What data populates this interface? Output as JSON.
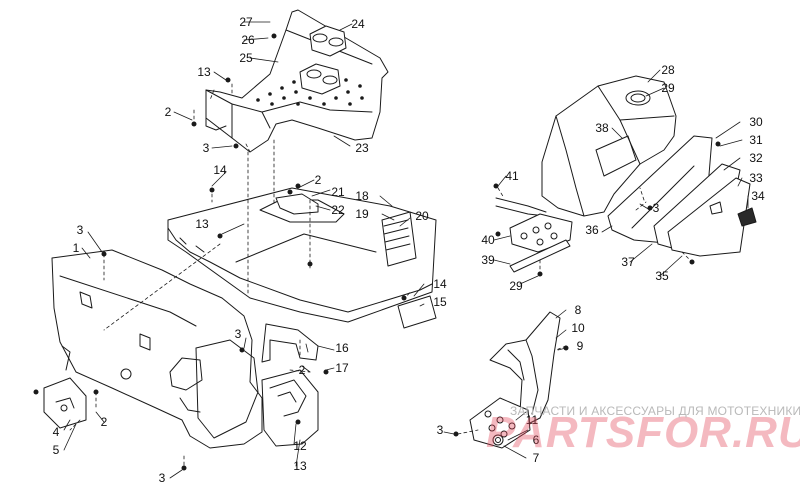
{
  "diagram": {
    "callouts": [
      {
        "id": "c1",
        "label": "1"
      },
      {
        "id": "c2a",
        "label": "2"
      },
      {
        "id": "c2b",
        "label": "2"
      },
      {
        "id": "c2c",
        "label": "2"
      },
      {
        "id": "c2d",
        "label": "2"
      },
      {
        "id": "c3a",
        "label": "3"
      },
      {
        "id": "c3b",
        "label": "3"
      },
      {
        "id": "c3c",
        "label": "3"
      },
      {
        "id": "c3d",
        "label": "3"
      },
      {
        "id": "c3e",
        "label": "3"
      },
      {
        "id": "c3f",
        "label": "3"
      },
      {
        "id": "c4",
        "label": "4"
      },
      {
        "id": "c5",
        "label": "5"
      },
      {
        "id": "c6",
        "label": "6"
      },
      {
        "id": "c7",
        "label": "7"
      },
      {
        "id": "c8",
        "label": "8"
      },
      {
        "id": "c9",
        "label": "9"
      },
      {
        "id": "c10",
        "label": "10"
      },
      {
        "id": "c11",
        "label": "11"
      },
      {
        "id": "c12",
        "label": "12"
      },
      {
        "id": "c13a",
        "label": "13"
      },
      {
        "id": "c13b",
        "label": "13"
      },
      {
        "id": "c13c",
        "label": "13"
      },
      {
        "id": "c14a",
        "label": "14"
      },
      {
        "id": "c14b",
        "label": "14"
      },
      {
        "id": "c15",
        "label": "15"
      },
      {
        "id": "c16",
        "label": "16"
      },
      {
        "id": "c17",
        "label": "17"
      },
      {
        "id": "c18",
        "label": "18"
      },
      {
        "id": "c19",
        "label": "19"
      },
      {
        "id": "c20",
        "label": "20"
      },
      {
        "id": "c21",
        "label": "21"
      },
      {
        "id": "c22",
        "label": "22"
      },
      {
        "id": "c23",
        "label": "23"
      },
      {
        "id": "c24",
        "label": "24"
      },
      {
        "id": "c25",
        "label": "25"
      },
      {
        "id": "c26",
        "label": "26"
      },
      {
        "id": "c27",
        "label": "27"
      },
      {
        "id": "c28",
        "label": "28"
      },
      {
        "id": "c29a",
        "label": "29"
      },
      {
        "id": "c29b",
        "label": "29"
      },
      {
        "id": "c30",
        "label": "30"
      },
      {
        "id": "c31",
        "label": "31"
      },
      {
        "id": "c32",
        "label": "32"
      },
      {
        "id": "c33",
        "label": "33"
      },
      {
        "id": "c34",
        "label": "34"
      },
      {
        "id": "c35",
        "label": "35"
      },
      {
        "id": "c36",
        "label": "36"
      },
      {
        "id": "c37",
        "label": "37"
      },
      {
        "id": "c38",
        "label": "38"
      },
      {
        "id": "c39",
        "label": "39"
      },
      {
        "id": "c40",
        "label": "40"
      },
      {
        "id": "c41",
        "label": "41"
      }
    ]
  },
  "watermark": {
    "caption": "ЗАПЧАСТИ И АКСЕССУАРЫ ДЛЯ МОТОТЕХНИКИ",
    "logo": "PARTSFOR.RU",
    "color": "#e2485a"
  },
  "colors": {
    "line": "#1a1a1a",
    "paper": "#ffffff"
  }
}
